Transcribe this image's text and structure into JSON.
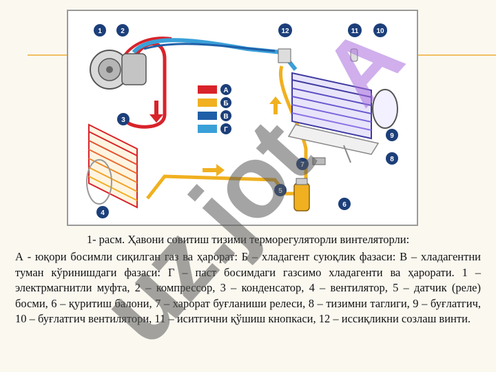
{
  "figure": {
    "numbers": [
      "1",
      "2",
      "3",
      "4",
      "5",
      "6",
      "7",
      "8",
      "9",
      "10",
      "11",
      "12"
    ],
    "legend": [
      {
        "letter": "А",
        "color": "#d8232a"
      },
      {
        "letter": "Б",
        "color": "#f0b020"
      },
      {
        "letter": "В",
        "color": "#1f5fa8"
      },
      {
        "letter": "Г",
        "color": "#3aa0d8"
      }
    ],
    "badge_color": "#1c3f7a",
    "watermark": "uz.jot",
    "watermark_letter": "A"
  },
  "caption": {
    "title": "1- расм. Ҳавони совитиш тизими терморегуляторли винтеляторли:",
    "body": "А - юқори босимли сиқилган газ ва ҳарорат: Б – хладагент суюқлик фазаси: В – хладагентни туман кўринишдаги фазаси: Г – паст босимдаги газсимо хладагенти ва ҳарорати. 1 – электрмагнитли муфта, 2 – компрессор, 3 – конденсатор, 4 – вентилятор, 5 – датчик (реле) босми, 6 – қуритиш балони, 7 – харорат буғланиши релеси, 8 – тизимни таглиги, 9 – буғлатгич, 10 – буғлатгич вентилятори, 11 – иситгични қўшиш кнопкаси, 12 – иссиқликни созлаш винти."
  }
}
